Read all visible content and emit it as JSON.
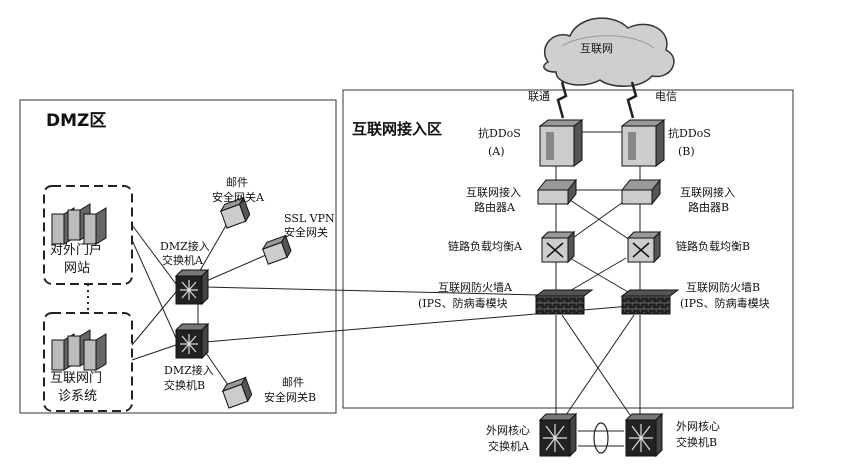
{
  "zones": {
    "dmz_title": "DMZ区",
    "internet_zone_title": "互联网接入区"
  },
  "cloud": {
    "label": "互联网"
  },
  "isp": {
    "left": "联通",
    "right": "电信"
  },
  "devices": {
    "anti_ddos_a": "抗DDoS",
    "anti_ddos_a_sub": "(A)",
    "anti_ddos_b": "抗DDoS",
    "anti_ddos_b_sub": "(B)",
    "router_a_l1": "互联网接入",
    "router_a_l2": "路由器A",
    "router_b_l1": "互联网接入",
    "router_b_l2": "路由器B",
    "lb_a": "链路负载均衡A",
    "lb_b": "链路负载均衡B",
    "fw_a_l1": "互联网防火墙A",
    "fw_a_l2": "(IPS、防病毒模块",
    "fw_b_l1": "互联网防火墙B",
    "fw_b_l2": "(IPS、防病毒模块",
    "core_a_l1": "外网核心",
    "core_a_l2": "交换机A",
    "core_b_l1": "外网核心",
    "core_b_l2": "交换机B",
    "dmz_sw_a_l1": "DMZ接入",
    "dmz_sw_a_l2": "交换机A",
    "dmz_sw_b_l1": "DMZ接入",
    "dmz_sw_b_l2": "交换机B",
    "mail_a_l1": "邮件",
    "mail_a_l2": "安全网关A",
    "mail_b_l1": "邮件",
    "mail_b_l2": "安全网关B",
    "vpn_l1": "SSL VPN",
    "vpn_l2": "安全网关",
    "portal_l1": "对外门户",
    "portal_l2": "网站",
    "clinic_l1": "互联网门",
    "clinic_l2": "诊系统"
  }
}
